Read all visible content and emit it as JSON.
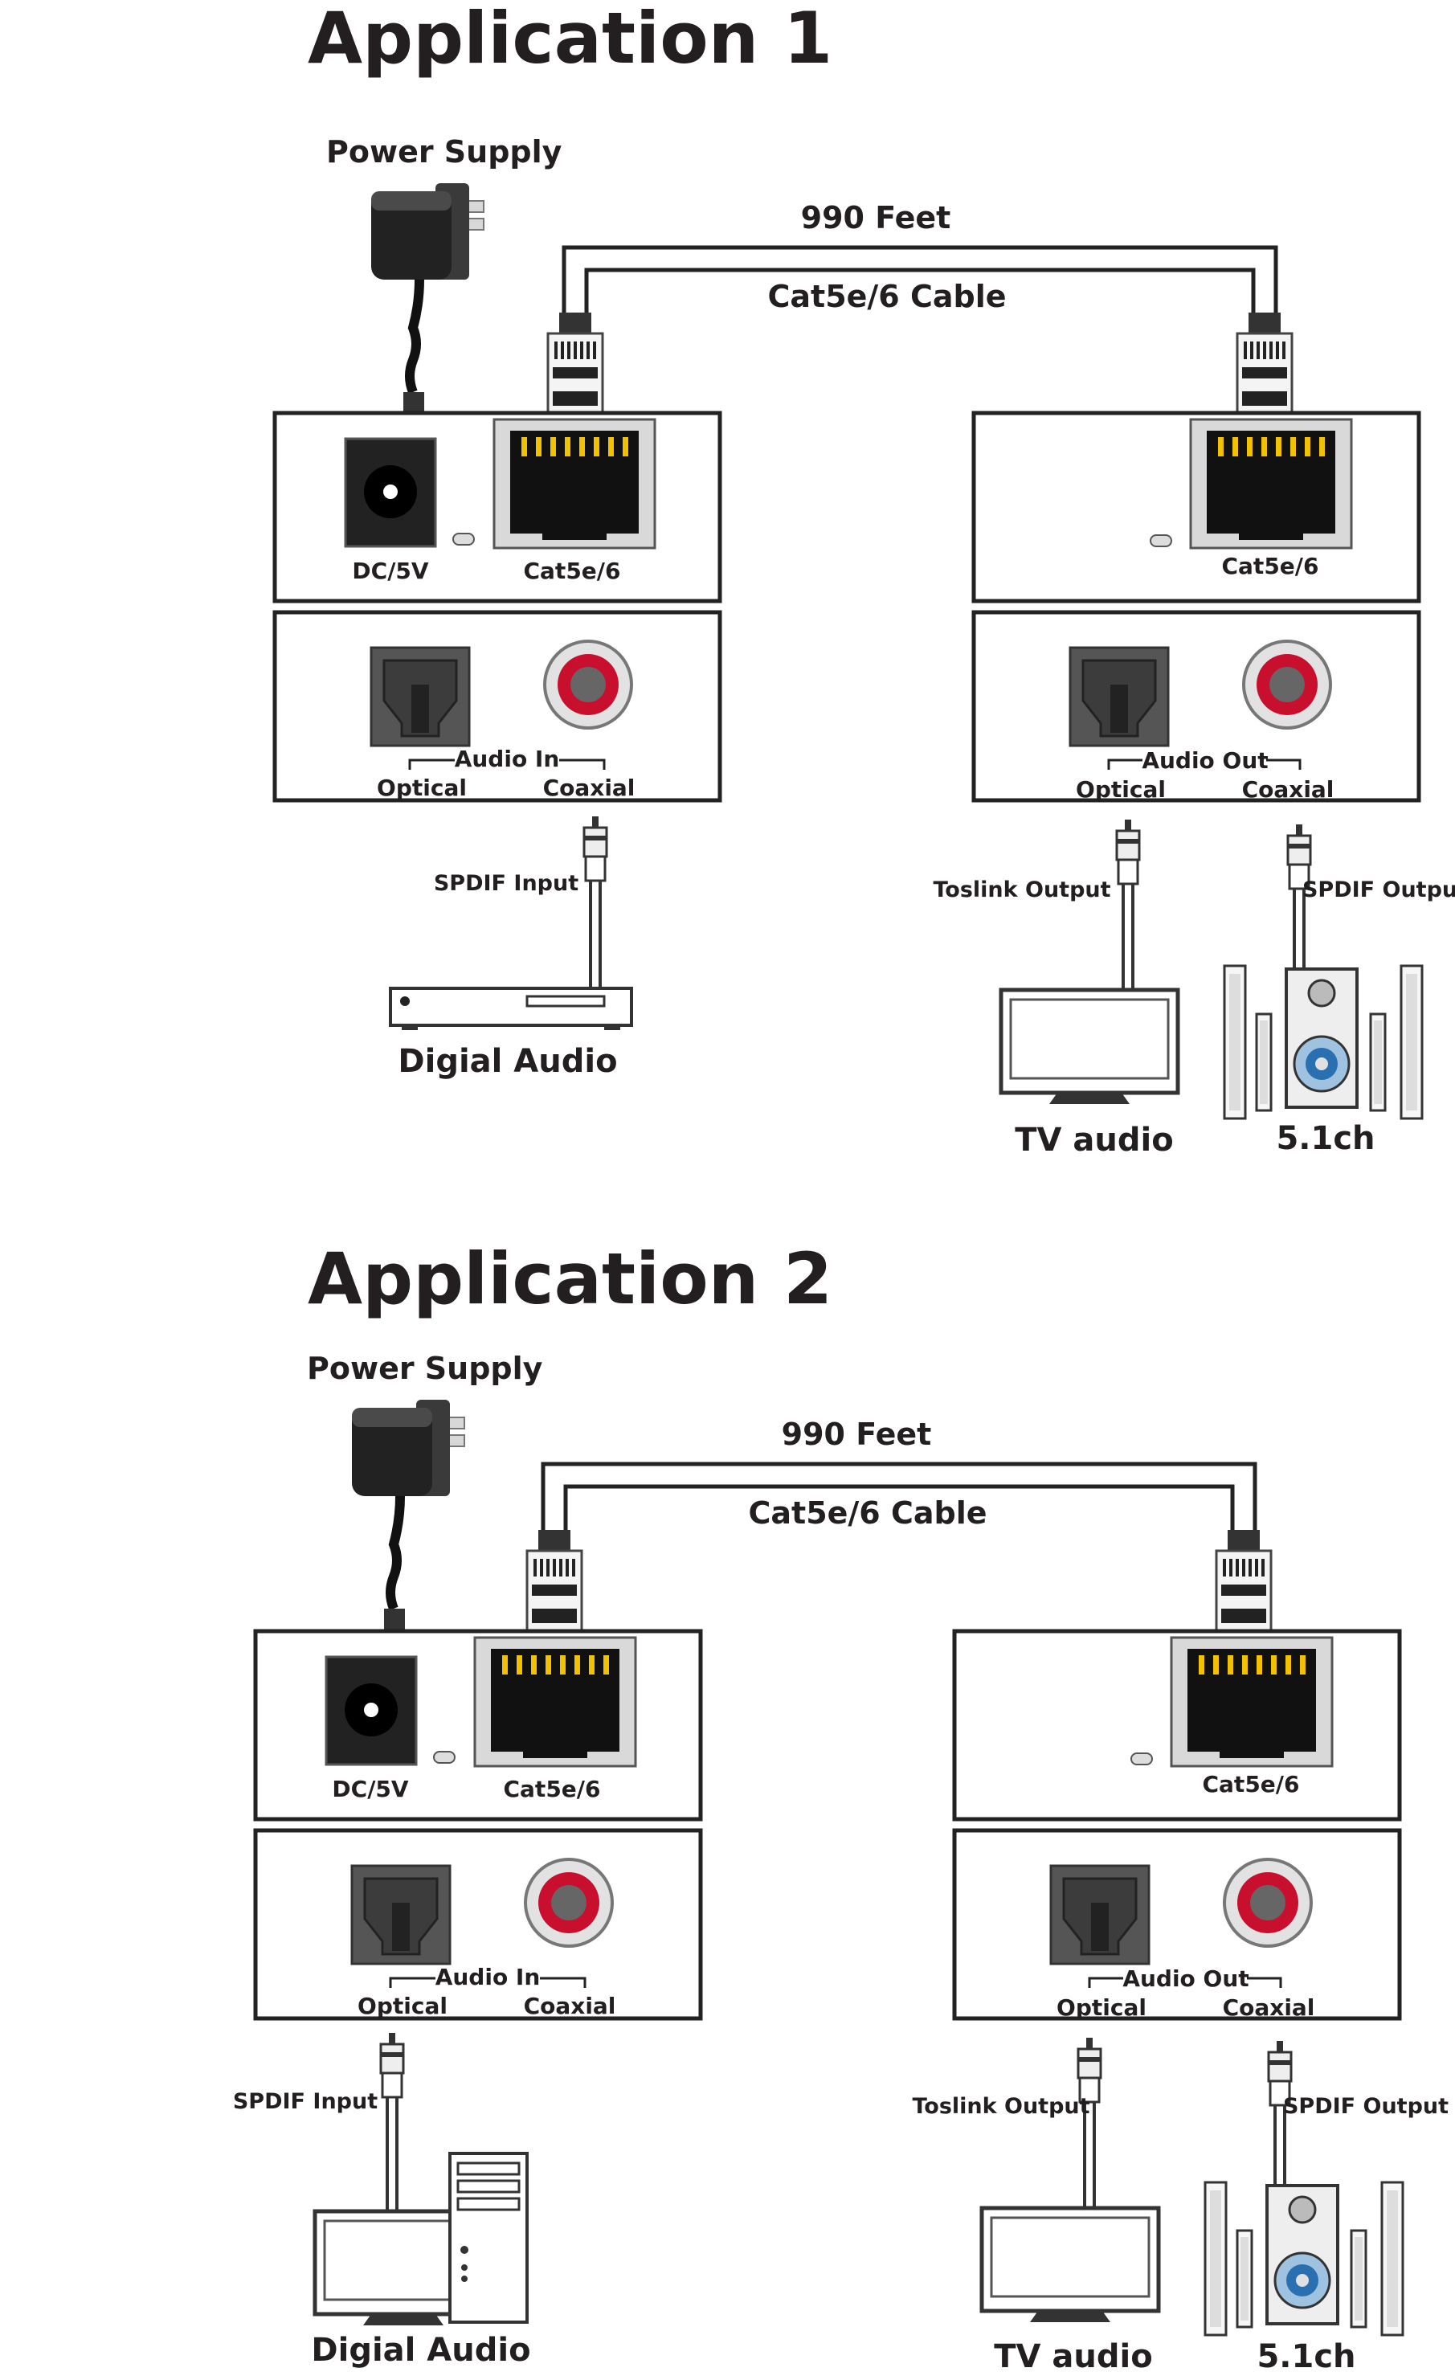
{
  "applications": [
    {
      "title": "Application 1",
      "power_supply": "Power Supply",
      "distance": "990 Feet",
      "cable": "Cat5e/6 Cable",
      "tx": {
        "dc": "DC/5V",
        "cat": "Cat5e/6",
        "audio": "Audio In",
        "optical": "Optical",
        "coaxial": "Coaxial"
      },
      "rx": {
        "cat": "Cat5e/6",
        "audio": "Audio Out",
        "optical": "Optical",
        "coaxial": "Coaxial"
      },
      "source": {
        "port": "SPDIF Input",
        "name": "Digial Audio"
      },
      "outputs": {
        "toslink": "Toslink Output",
        "spdif": "SPDIF Output",
        "tv": "TV audio",
        "surround": "5.1ch"
      }
    },
    {
      "title": "Application 2",
      "power_supply": "Power Supply",
      "distance": "990 Feet",
      "cable": "Cat5e/6 Cable",
      "tx": {
        "dc": "DC/5V",
        "cat": "Cat5e/6",
        "audio": "Audio In",
        "optical": "Optical",
        "coaxial": "Coaxial"
      },
      "rx": {
        "cat": "Cat5e/6",
        "audio": "Audio Out",
        "optical": "Optical",
        "coaxial": "Coaxial"
      },
      "source": {
        "port": "SPDIF Input",
        "name": "Digial Audio"
      },
      "outputs": {
        "toslink": "Toslink Output",
        "spdif": "SPDIF Output",
        "tv": "TV audio",
        "surround": "5.1ch"
      }
    }
  ],
  "colors": {
    "ink": "#231f20",
    "jack": "#c8102e",
    "gold": "#f2c200",
    "speaker_blue": "#2a6fb0"
  }
}
